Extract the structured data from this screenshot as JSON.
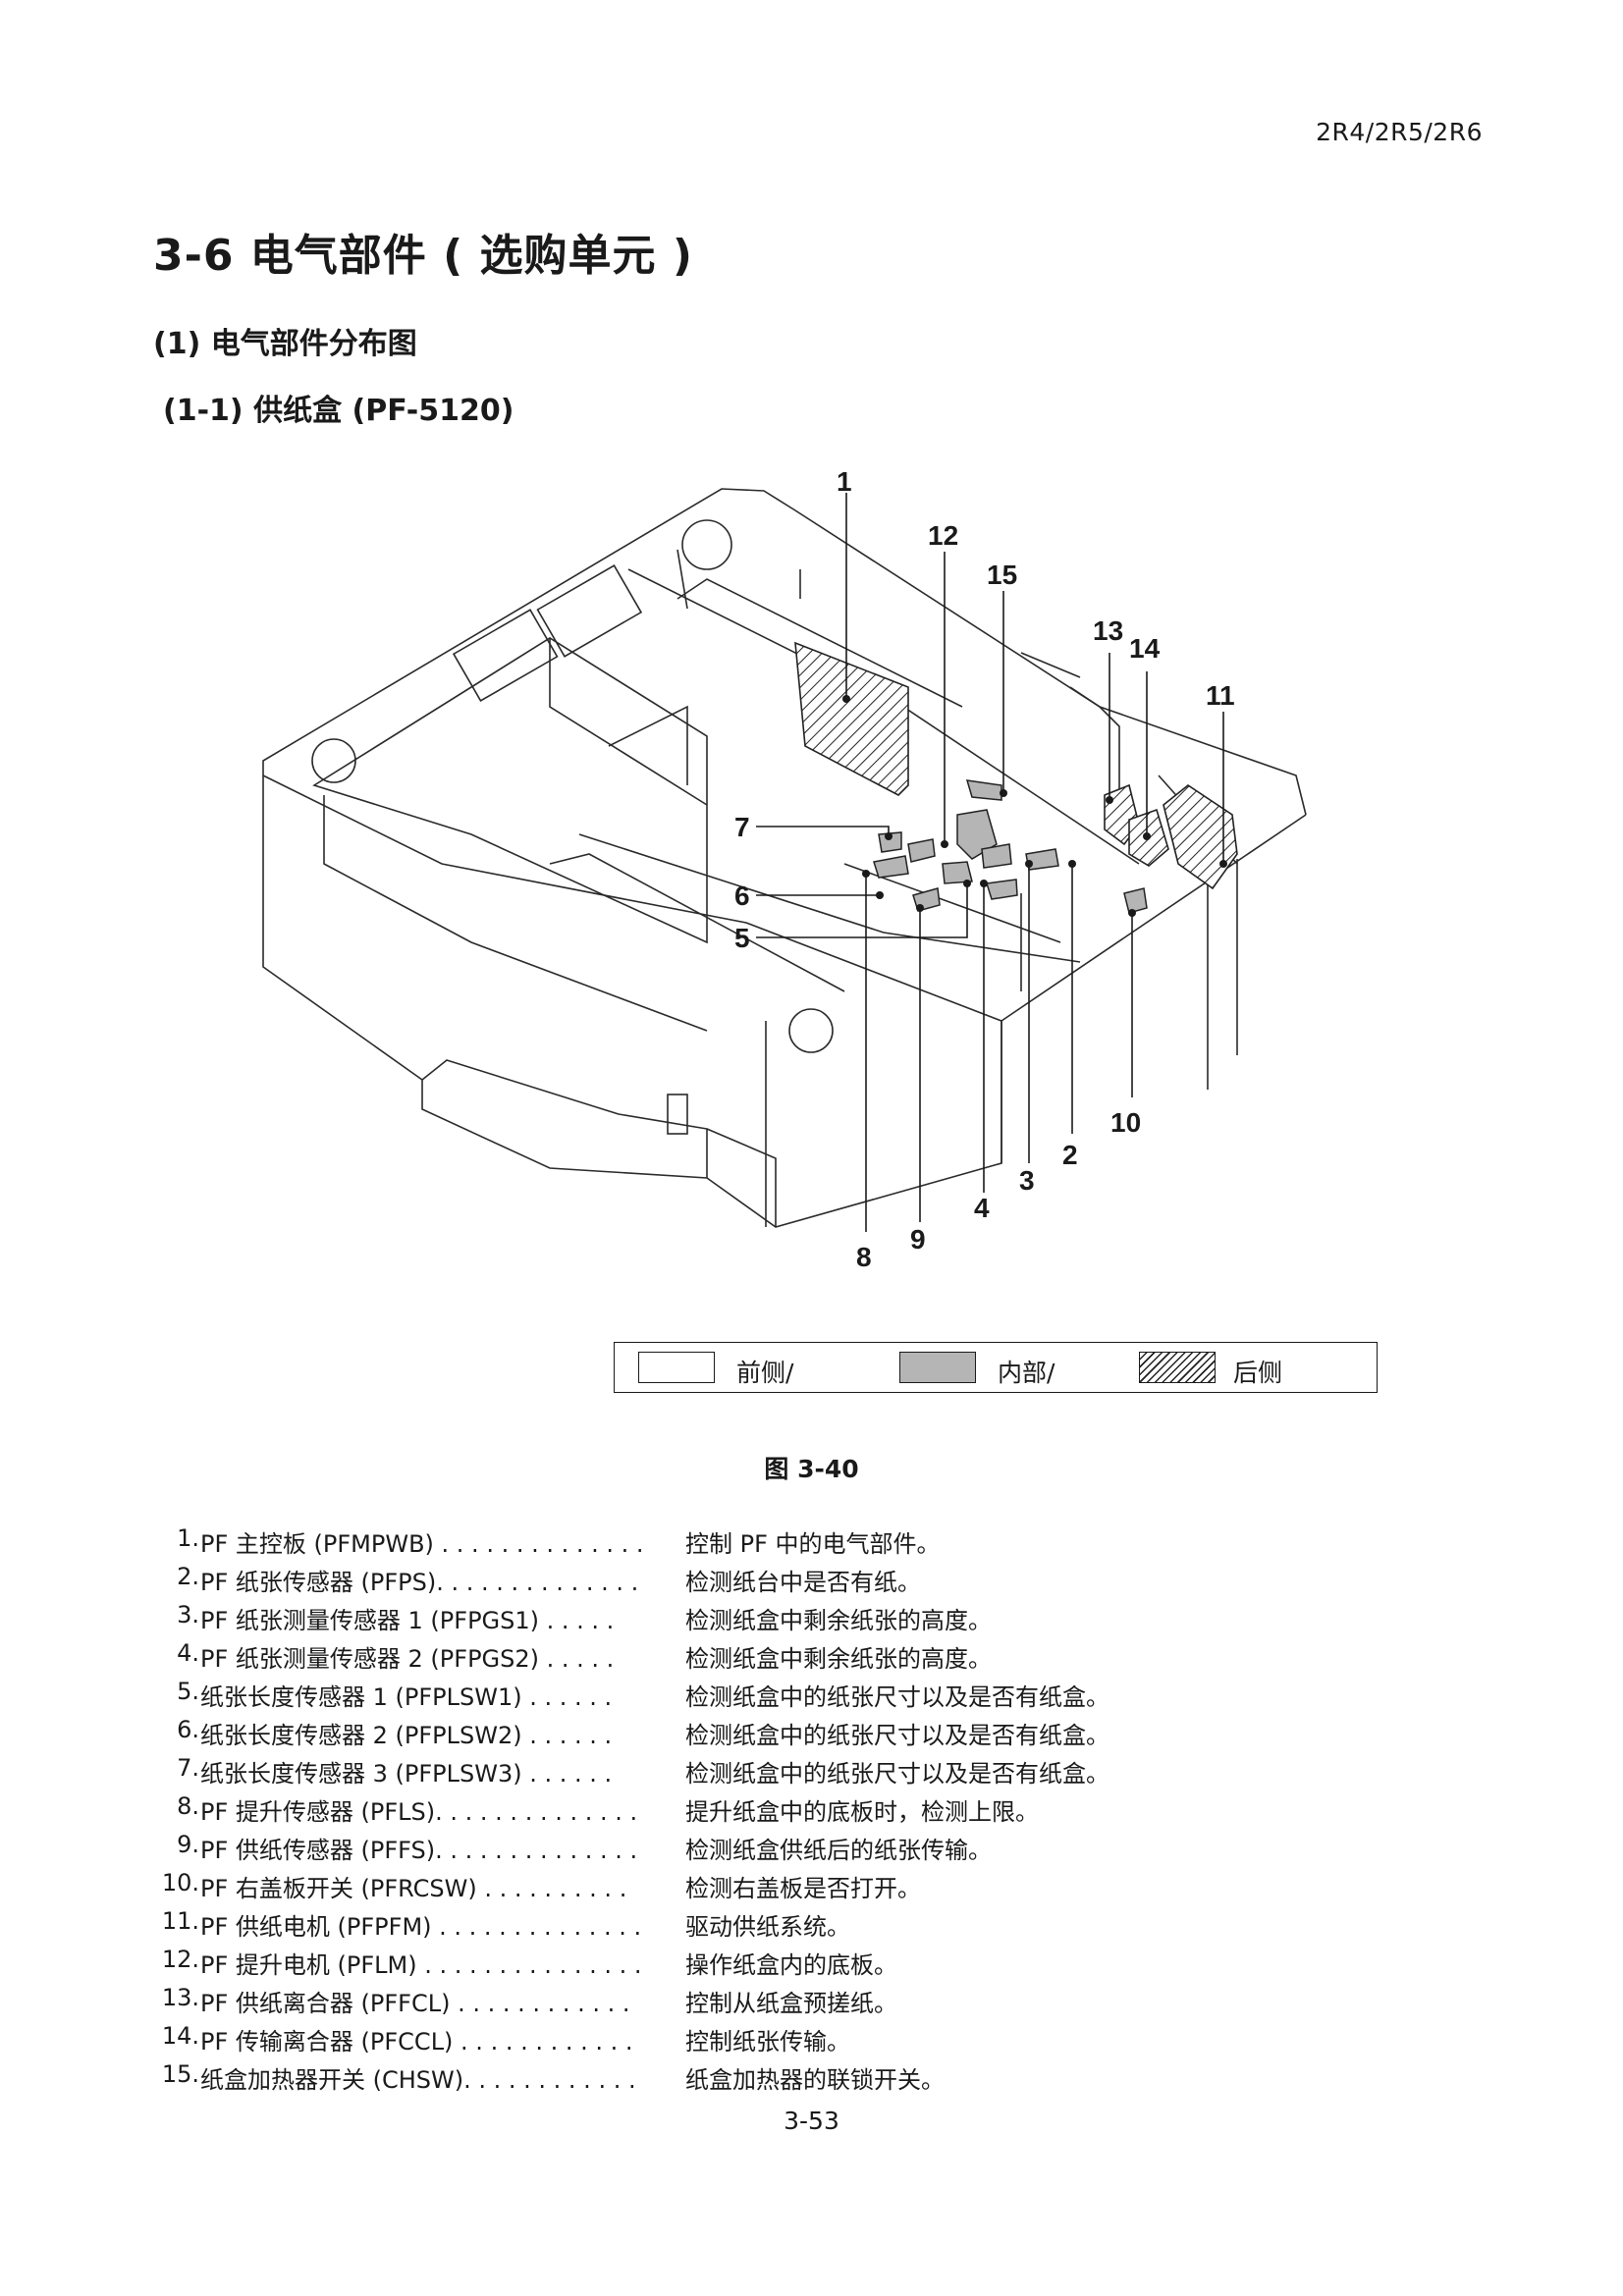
{
  "header": {
    "model_code": "2R4/2R5/2R6"
  },
  "section": {
    "title": "3-6 电气部件 ( 选购单元 )",
    "subtitle": "(1) 电气部件分布图",
    "subsubtitle": "(1-1) 供纸盒 (PF-5120)"
  },
  "diagram": {
    "callouts": [
      "1",
      "12",
      "15",
      "13",
      "14",
      "11",
      "7",
      "6",
      "5",
      "8",
      "9",
      "4",
      "3",
      "2",
      "10"
    ]
  },
  "legend": {
    "front": "前侧/",
    "inner": "内部/",
    "back": "后侧",
    "colors": {
      "front": "#ffffff",
      "inner": "#b5b5b5",
      "back": "hatched"
    }
  },
  "figure_caption": "图 3-40",
  "parts": [
    {
      "num": "1.",
      "name": "PF 主控板 (PFMPWB) . . . . . . . . . . . . . .",
      "desc": "控制 PF 中的电气部件。"
    },
    {
      "num": "2.",
      "name": "PF 纸张传感器 (PFPS). . . . . . . . . . . . . .",
      "desc": "检测纸台中是否有纸。"
    },
    {
      "num": "3.",
      "name": "PF 纸张测量传感器 1 (PFPGS1) . . . . .",
      "desc": "检测纸盒中剩余纸张的高度。"
    },
    {
      "num": "4.",
      "name": "PF 纸张测量传感器 2 (PFPGS2) . . . . .",
      "desc": "检测纸盒中剩余纸张的高度。"
    },
    {
      "num": "5.",
      "name": "纸张长度传感器 1 (PFPLSW1)  . . . . . .",
      "desc": "检测纸盒中的纸张尺寸以及是否有纸盒。"
    },
    {
      "num": "6.",
      "name": "纸张长度传感器 2 (PFPLSW2)  . . . . . .",
      "desc": "检测纸盒中的纸张尺寸以及是否有纸盒。"
    },
    {
      "num": "7.",
      "name": "纸张长度传感器 3 (PFPLSW3)  . . . . . .",
      "desc": "检测纸盒中的纸张尺寸以及是否有纸盒。"
    },
    {
      "num": "8.",
      "name": "PF 提升传感器 (PFLS). . . . . . . . . . . . . .",
      "desc": "提升纸盒中的底板时，检测上限。"
    },
    {
      "num": "9.",
      "name": "PF 供纸传感器 (PFFS). . . . . . . . . . . . . .",
      "desc": "检测纸盒供纸后的纸张传输。"
    },
    {
      "num": "10.",
      "name": "PF 右盖板开关 (PFRCSW) . . . . . . . . . .",
      "desc": "检测右盖板是否打开。"
    },
    {
      "num": "11.",
      "name": "PF 供纸电机 (PFPFM) . . . . . . . . . . . . . .",
      "desc": "驱动供纸系统。"
    },
    {
      "num": "12.",
      "name": "PF 提升电机 (PFLM)  . . . . . . . . . . . . . . .",
      "desc": "操作纸盒内的底板。"
    },
    {
      "num": "13.",
      "name": "PF 供纸离合器 (PFFCL)  . . . . . . . . . . . .",
      "desc": "控制从纸盒预搓纸。"
    },
    {
      "num": "14.",
      "name": "PF 传输离合器 (PFCCL)  . . . . . . . . . . . .",
      "desc": "控制纸张传输。"
    },
    {
      "num": "15.",
      "name": "纸盒加热器开关 (CHSW). . . . . . . . . . . .",
      "desc": "纸盒加热器的联锁开关。"
    }
  ],
  "page_number": "3-53"
}
